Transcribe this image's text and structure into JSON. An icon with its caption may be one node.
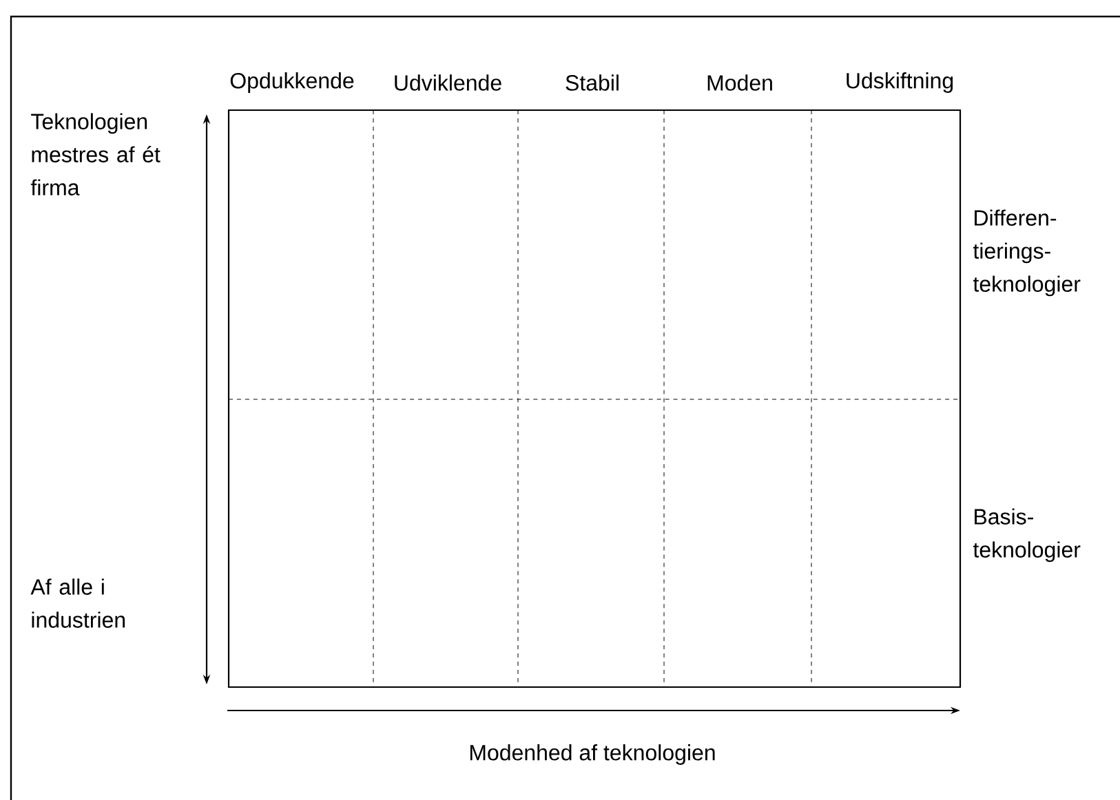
{
  "diagram": {
    "labels": [
      "Opdukkende",
      "Udviklende",
      "Stabil",
      "Moden",
      "Udskiftning",
      "Teknologien mestres af ét firma",
      "Differen- tierings- teknologier",
      "Basis- teknologier",
      "Af alle i industrien",
      "Modenhed af teknologien"
    ]
  }
}
